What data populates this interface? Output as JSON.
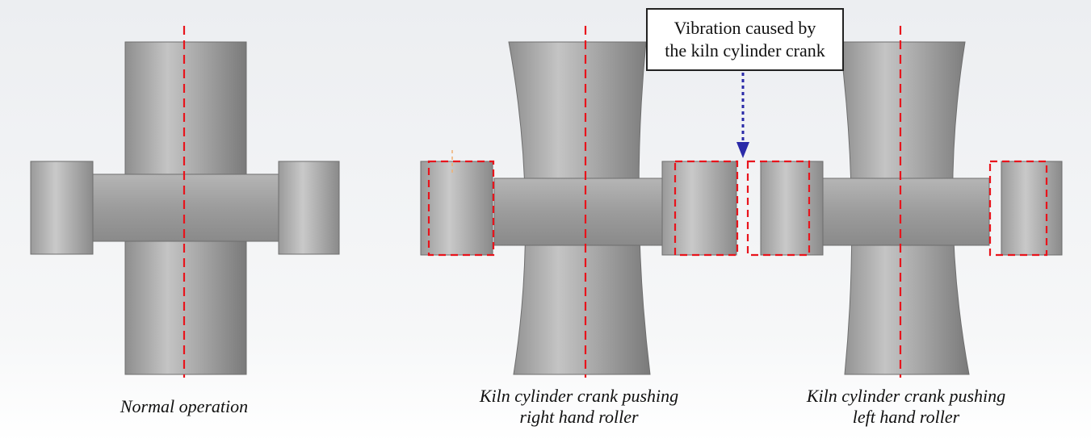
{
  "annotation": {
    "line1": "Vibration caused by",
    "line2": "the kiln cylinder crank"
  },
  "captions": {
    "normal": "Normal operation",
    "right_line1": "Kiln cylinder crank pushing",
    "right_line2": "right hand roller",
    "left_line1": "Kiln cylinder crank pushing",
    "left_line2": "left hand roller"
  },
  "colors": {
    "axis": "#e8141c",
    "highlight": "#e8141c",
    "arrow": "#2a2aa8",
    "background_top": "#f3f4f6",
    "background_bottom": "#ffffff"
  }
}
